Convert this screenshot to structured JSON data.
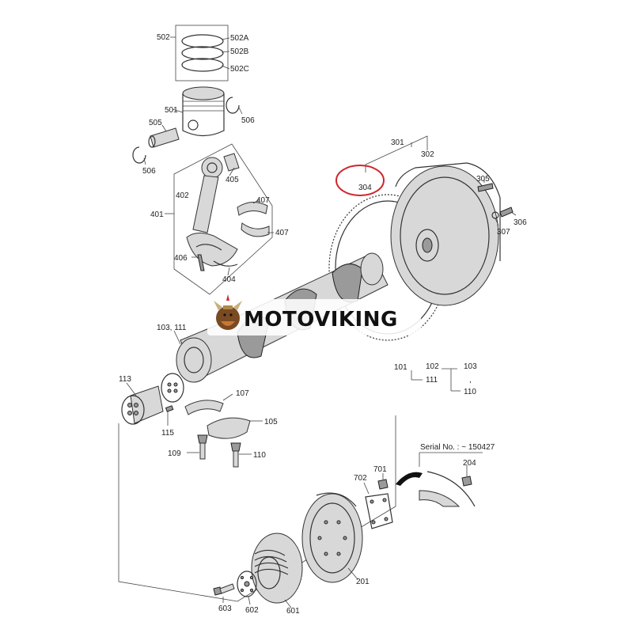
{
  "watermark": {
    "brand": "MOTOVIKING"
  },
  "labels": {
    "l502": "502",
    "l502A": "502A",
    "l502B": "502B",
    "l502C": "502C",
    "l501": "501",
    "l505": "505",
    "l506a": "506",
    "l506b": "506",
    "l405": "405",
    "l402": "402",
    "l407a": "407",
    "l407b": "407",
    "l401": "401",
    "l406": "406",
    "l404": "404",
    "l301": "301",
    "l302": "302",
    "l304": "304",
    "l305": "305",
    "l306": "306",
    "l307": "307",
    "l103_111": "103, 111",
    "l113": "113",
    "l107": "107",
    "l115": "115",
    "l105": "105",
    "l109": "109",
    "l110": "110",
    "l101": "101",
    "l102": "102",
    "l103": "103",
    "l111": "111",
    "l110b": "110",
    "comma": ",",
    "serial": "Serial No. : ~ 150427",
    "l204": "204",
    "l701": "701",
    "l702": "702",
    "l201": "201",
    "l601": "601",
    "l602": "602",
    "l603": "603"
  },
  "colors": {
    "highlight": "#d0242a"
  }
}
